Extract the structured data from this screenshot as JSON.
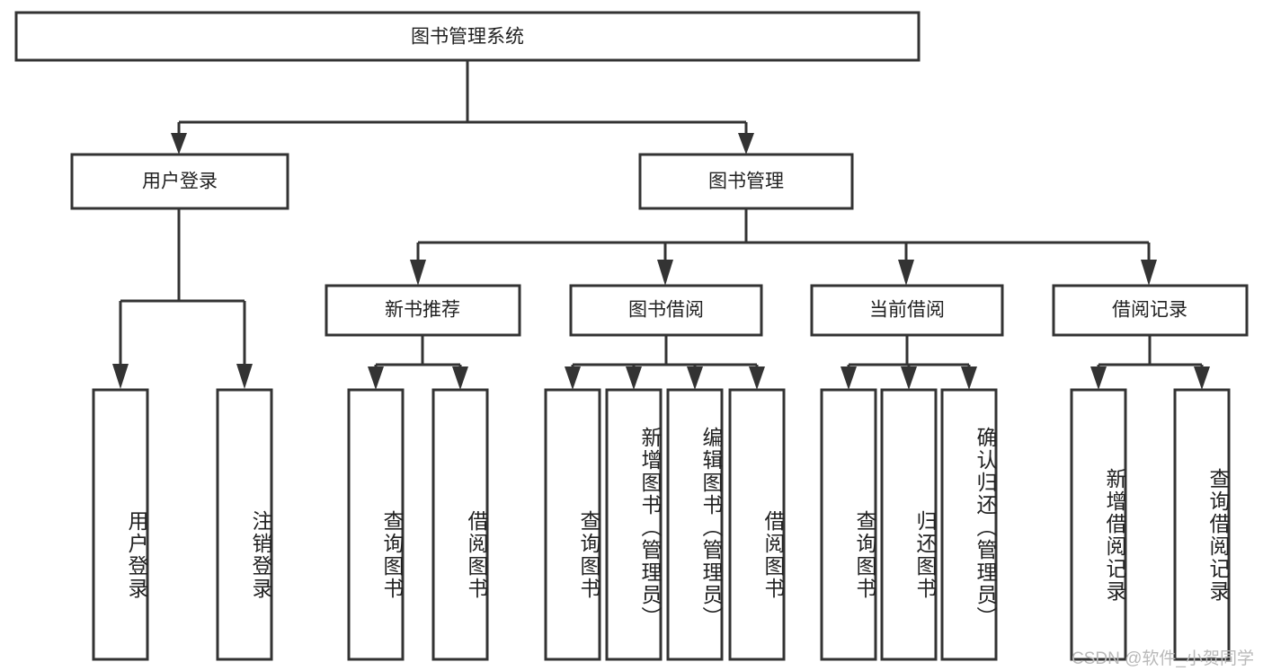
{
  "diagram": {
    "title": "图书管理系统",
    "type": "tree",
    "root": {
      "id": "root",
      "label": "图书管理系统",
      "orientation": "horizontal"
    },
    "level2": [
      {
        "id": "user-login",
        "label": "用户登录",
        "orientation": "horizontal"
      },
      {
        "id": "book-management",
        "label": "图书管理",
        "orientation": "horizontal"
      }
    ],
    "level3": [
      {
        "id": "new-book-recommend",
        "label": "新书推荐",
        "orientation": "horizontal",
        "parent": "book-management"
      },
      {
        "id": "book-borrow",
        "label": "图书借阅",
        "orientation": "horizontal",
        "parent": "book-management"
      },
      {
        "id": "current-borrow",
        "label": "当前借阅",
        "orientation": "horizontal",
        "parent": "book-management"
      },
      {
        "id": "borrow-record",
        "label": "借阅记录",
        "orientation": "horizontal",
        "parent": "book-management"
      }
    ],
    "leaves": [
      {
        "id": "leaf-user-login",
        "label": "用户登录",
        "orientation": "vertical",
        "parent": "user-login"
      },
      {
        "id": "leaf-user-logout",
        "label": "注销登录",
        "orientation": "vertical",
        "parent": "user-login"
      },
      {
        "id": "leaf-query-book-1",
        "label": "查询图书",
        "orientation": "vertical",
        "parent": "new-book-recommend"
      },
      {
        "id": "leaf-borrow-book-1",
        "label": "借阅图书",
        "orientation": "vertical",
        "parent": "new-book-recommend"
      },
      {
        "id": "leaf-query-book-2",
        "label": "查询图书",
        "orientation": "vertical",
        "parent": "book-borrow"
      },
      {
        "id": "leaf-add-book",
        "label": "新增图书（管理员）",
        "orientation": "vertical",
        "parent": "book-borrow"
      },
      {
        "id": "leaf-edit-book",
        "label": "编辑图书（管理员）",
        "orientation": "vertical",
        "parent": "book-borrow"
      },
      {
        "id": "leaf-borrow-book-2",
        "label": "借阅图书",
        "orientation": "vertical",
        "parent": "book-borrow"
      },
      {
        "id": "leaf-query-book-3",
        "label": "查询图书",
        "orientation": "vertical",
        "parent": "current-borrow"
      },
      {
        "id": "leaf-return-book",
        "label": "归还图书",
        "orientation": "vertical",
        "parent": "current-borrow"
      },
      {
        "id": "leaf-confirm-return",
        "label": "确认归还（管理员）",
        "orientation": "vertical",
        "parent": "current-borrow"
      },
      {
        "id": "leaf-add-record",
        "label": "新增借阅记录",
        "orientation": "vertical",
        "parent": "borrow-record"
      },
      {
        "id": "leaf-query-record",
        "label": "查询借阅记录",
        "orientation": "vertical",
        "parent": "borrow-record"
      }
    ],
    "colors": {
      "stroke": "#333333",
      "fill": "#ffffff",
      "text": "#222222",
      "watermark": "#b9b9b9"
    }
  },
  "watermark": {
    "text": "CSDN @软件_小贺同学"
  }
}
